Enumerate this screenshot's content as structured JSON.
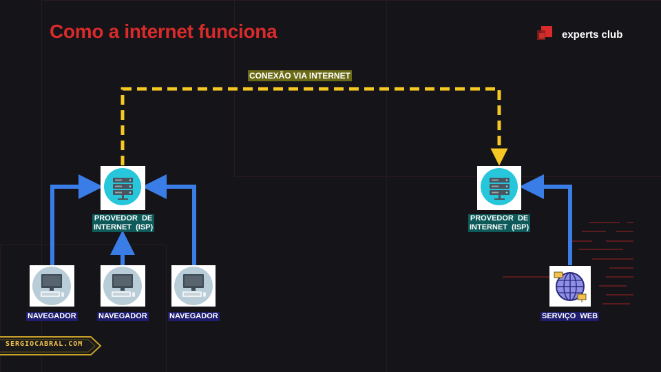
{
  "title": "Como a internet funciona",
  "brand": {
    "name": "experts club",
    "icon": "experts-club-logo"
  },
  "connection_label": "CONEXÃO VIA INTERNET",
  "nodes": {
    "isp_left": {
      "label": "PROVEDOR  DE\nINTERNET  (ISP)",
      "icon": "server-icon"
    },
    "isp_right": {
      "label": "PROVEDOR  DE\nINTERNET  (ISP)",
      "icon": "server-icon"
    },
    "browser_1": {
      "label": "NAVEGADOR",
      "icon": "computer-icon"
    },
    "browser_2": {
      "label": "NAVEGADOR",
      "icon": "computer-icon"
    },
    "browser_3": {
      "label": "NAVEGADOR",
      "icon": "computer-icon"
    },
    "web_service": {
      "label": "SERVIÇO  WEB",
      "icon": "globe-network-icon"
    }
  },
  "footer": {
    "text": "SERGIOCABRAL.COM"
  },
  "colors": {
    "title": "#d92b2b",
    "arrow_blue": "#3b7de6",
    "dashed_yellow": "#f7c724",
    "isp_label_bg": "#0e5a5a",
    "nav_label_bg": "#1f1d6e",
    "conn_label_bg": "#6b6b17",
    "icon_circle": "#27c6da"
  }
}
